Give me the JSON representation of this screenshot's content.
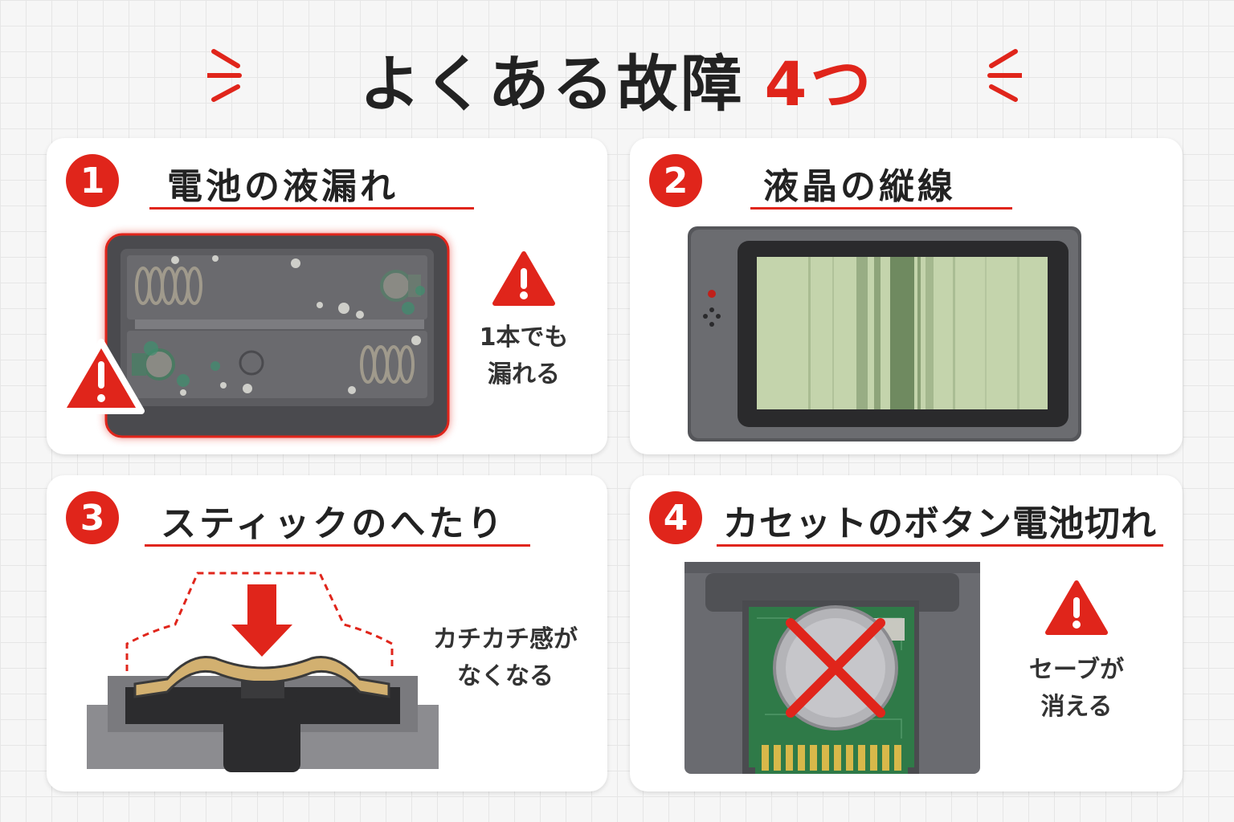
{
  "title": {
    "main": "よくある故障",
    "accent": "4つ"
  },
  "cards": [
    {
      "number": "1",
      "heading": "電池の液漏れ",
      "note_line1": "1本でも",
      "note_line2": "漏れる"
    },
    {
      "number": "2",
      "heading": "液晶の縦線"
    },
    {
      "number": "3",
      "heading": "スティックのへたり",
      "note_line1": "カチカチ感が",
      "note_line2": "なくなる"
    },
    {
      "number": "4",
      "heading": "カセットのボタン電池切れ",
      "note_line1": "セーブが",
      "note_line2": "消える"
    }
  ],
  "colors": {
    "accent": "#e0251b",
    "text": "#222222",
    "card": "#ffffff",
    "lcd": "#c4d4ac"
  },
  "icons": [
    "warning-icon",
    "burst-lines-icon",
    "cross-mark-icon",
    "down-arrow-icon"
  ]
}
